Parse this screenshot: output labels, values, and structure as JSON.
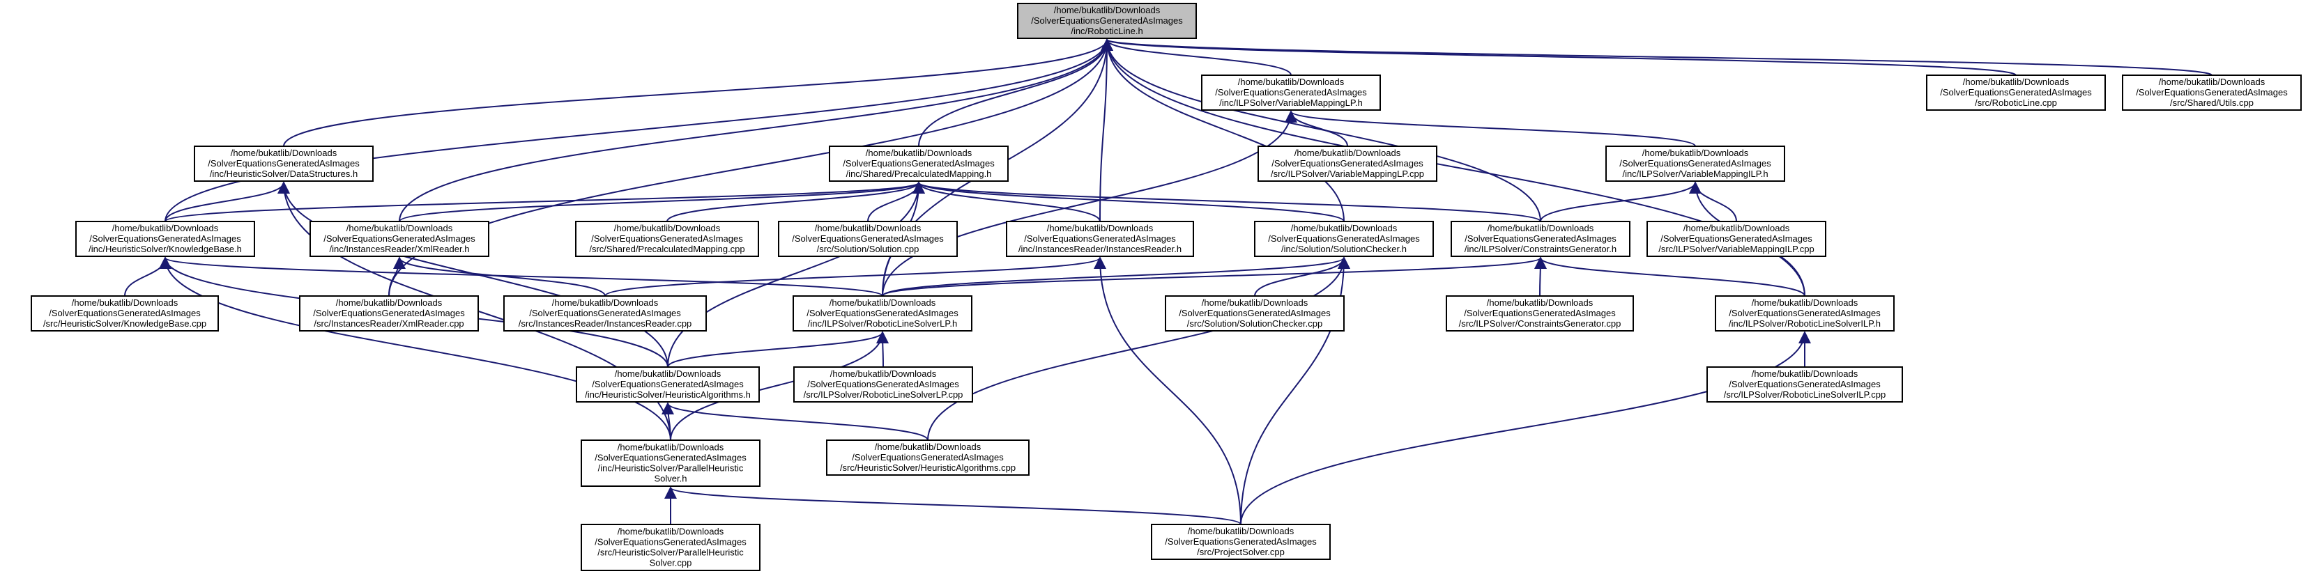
{
  "colors": {
    "edge": "#191970",
    "node_border": "#000000",
    "node_fill": "#ffffff",
    "root_fill": "#bfbfbf"
  },
  "nodes": [
    {
      "id": "n_robotic_line_h",
      "lines": [
        "/home/bukatlib/Downloads",
        "/SolverEquationsGeneratedAsImages",
        "/inc/RoboticLine.h"
      ],
      "root": true
    },
    {
      "id": "n_varmap_lp_h",
      "lines": [
        "/home/bukatlib/Downloads",
        "/SolverEquationsGeneratedAsImages",
        "/inc/ILPSolver/VariableMappingLP.h"
      ]
    },
    {
      "id": "n_robotic_line_cpp",
      "lines": [
        "/home/bukatlib/Downloads",
        "/SolverEquationsGeneratedAsImages",
        "/src/RoboticLine.cpp"
      ]
    },
    {
      "id": "n_utils_cpp",
      "lines": [
        "/home/bukatlib/Downloads",
        "/SolverEquationsGeneratedAsImages",
        "/src/Shared/Utils.cpp"
      ]
    },
    {
      "id": "n_datastructures_h",
      "lines": [
        "/home/bukatlib/Downloads",
        "/SolverEquationsGeneratedAsImages",
        "/inc/HeuristicSolver/DataStructures.h"
      ]
    },
    {
      "id": "n_precalc_h",
      "lines": [
        "/home/bukatlib/Downloads",
        "/SolverEquationsGeneratedAsImages",
        "/inc/Shared/PrecalculatedMapping.h"
      ]
    },
    {
      "id": "n_varmap_lp_cpp",
      "lines": [
        "/home/bukatlib/Downloads",
        "/SolverEquationsGeneratedAsImages",
        "/src/ILPSolver/VariableMappingLP.cpp"
      ]
    },
    {
      "id": "n_varmap_ilp_h",
      "lines": [
        "/home/bukatlib/Downloads",
        "/SolverEquationsGeneratedAsImages",
        "/inc/ILPSolver/VariableMappingILP.h"
      ]
    },
    {
      "id": "n_knowledgebase_h",
      "lines": [
        "/home/bukatlib/Downloads",
        "/SolverEquationsGeneratedAsImages",
        "/inc/HeuristicSolver/KnowledgeBase.h"
      ]
    },
    {
      "id": "n_xmlreader_h",
      "lines": [
        "/home/bukatlib/Downloads",
        "/SolverEquationsGeneratedAsImages",
        "/inc/InstancesReader/XmlReader.h"
      ]
    },
    {
      "id": "n_precalc_cpp",
      "lines": [
        "/home/bukatlib/Downloads",
        "/SolverEquationsGeneratedAsImages",
        "/src/Shared/PrecalculatedMapping.cpp"
      ]
    },
    {
      "id": "n_solution_cpp",
      "lines": [
        "/home/bukatlib/Downloads",
        "/SolverEquationsGeneratedAsImages",
        "/src/Solution/Solution.cpp"
      ]
    },
    {
      "id": "n_instreader_h",
      "lines": [
        "/home/bukatlib/Downloads",
        "/SolverEquationsGeneratedAsImages",
        "/inc/InstancesReader/InstancesReader.h"
      ]
    },
    {
      "id": "n_solchecker_h",
      "lines": [
        "/home/bukatlib/Downloads",
        "/SolverEquationsGeneratedAsImages",
        "/inc/Solution/SolutionChecker.h"
      ]
    },
    {
      "id": "n_constrgen_h",
      "lines": [
        "/home/bukatlib/Downloads",
        "/SolverEquationsGeneratedAsImages",
        "/inc/ILPSolver/ConstraintsGenerator.h"
      ]
    },
    {
      "id": "n_varmap_ilp_cpp",
      "lines": [
        "/home/bukatlib/Downloads",
        "/SolverEquationsGeneratedAsImages",
        "/src/ILPSolver/VariableMappingILP.cpp"
      ]
    },
    {
      "id": "n_knowledgebase_cpp",
      "lines": [
        "/home/bukatlib/Downloads",
        "/SolverEquationsGeneratedAsImages",
        "/src/HeuristicSolver/KnowledgeBase.cpp"
      ]
    },
    {
      "id": "n_xmlreader_cpp",
      "lines": [
        "/home/bukatlib/Downloads",
        "/SolverEquationsGeneratedAsImages",
        "/src/InstancesReader/XmlReader.cpp"
      ]
    },
    {
      "id": "n_instreader_cpp",
      "lines": [
        "/home/bukatlib/Downloads",
        "/SolverEquationsGeneratedAsImages",
        "/src/InstancesReader/InstancesReader.cpp"
      ]
    },
    {
      "id": "n_rls_lp_h",
      "lines": [
        "/home/bukatlib/Downloads",
        "/SolverEquationsGeneratedAsImages",
        "/inc/ILPSolver/RoboticLineSolverLP.h"
      ]
    },
    {
      "id": "n_solchecker_cpp",
      "lines": [
        "/home/bukatlib/Downloads",
        "/SolverEquationsGeneratedAsImages",
        "/src/Solution/SolutionChecker.cpp"
      ]
    },
    {
      "id": "n_constrgen_cpp",
      "lines": [
        "/home/bukatlib/Downloads",
        "/SolverEquationsGeneratedAsImages",
        "/src/ILPSolver/ConstraintsGenerator.cpp"
      ]
    },
    {
      "id": "n_rls_ilp_h",
      "lines": [
        "/home/bukatlib/Downloads",
        "/SolverEquationsGeneratedAsImages",
        "/inc/ILPSolver/RoboticLineSolverILP.h"
      ]
    },
    {
      "id": "n_heuralg_h",
      "lines": [
        "/home/bukatlib/Downloads",
        "/SolverEquationsGeneratedAsImages",
        "/inc/HeuristicSolver/HeuristicAlgorithms.h"
      ]
    },
    {
      "id": "n_rls_lp_cpp",
      "lines": [
        "/home/bukatlib/Downloads",
        "/SolverEquationsGeneratedAsImages",
        "/src/ILPSolver/RoboticLineSolverLP.cpp"
      ]
    },
    {
      "id": "n_rls_ilp_cpp",
      "lines": [
        "/home/bukatlib/Downloads",
        "/SolverEquationsGeneratedAsImages",
        "/src/ILPSolver/RoboticLineSolverILP.cpp"
      ]
    },
    {
      "id": "n_parheur_h",
      "lines": [
        "/home/bukatlib/Downloads",
        "/SolverEquationsGeneratedAsImages",
        "/inc/HeuristicSolver/ParallelHeuristic",
        "Solver.h"
      ]
    },
    {
      "id": "n_heuralg_cpp",
      "lines": [
        "/home/bukatlib/Downloads",
        "/SolverEquationsGeneratedAsImages",
        "/src/HeuristicSolver/HeuristicAlgorithms.cpp"
      ]
    },
    {
      "id": "n_parheur_cpp",
      "lines": [
        "/home/bukatlib/Downloads",
        "/SolverEquationsGeneratedAsImages",
        "/src/HeuristicSolver/ParallelHeuristic",
        "Solver.cpp"
      ]
    },
    {
      "id": "n_project_cpp",
      "lines": [
        "/home/bukatlib/Downloads",
        "/SolverEquationsGeneratedAsImages",
        "/src/ProjectSolver.cpp"
      ]
    }
  ]
}
